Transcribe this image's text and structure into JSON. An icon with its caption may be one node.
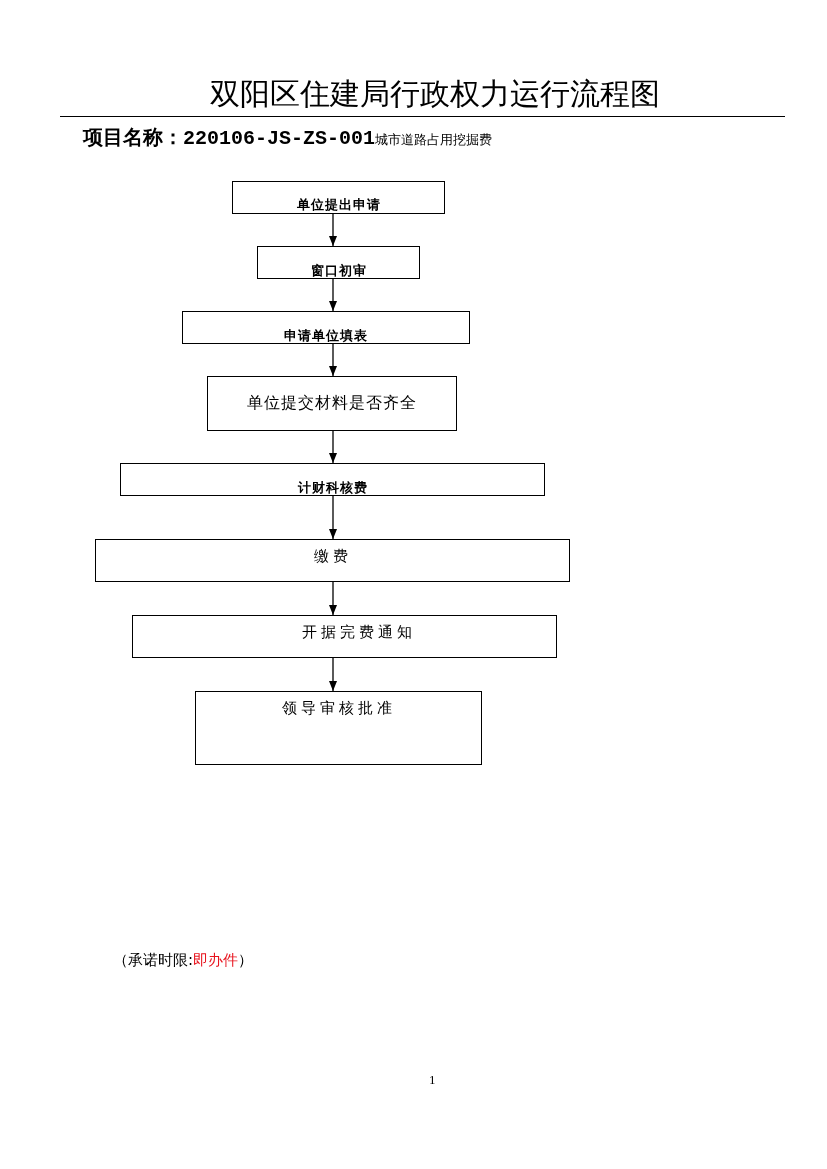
{
  "diagram": {
    "title": "双阳区住建局行政权力运行流程图",
    "nodes": [
      {
        "text": [
          "单位提出申请"
        ]
      },
      {
        "text": [
          "窗口初审"
        ]
      },
      {
        "text": [
          "申请单位填表"
        ]
      },
      {
        "text": [
          "单位提交材料是否齐全"
        ]
      },
      {
        "text": [
          "计财科核费"
        ]
      },
      {
        "text": [
          "缴费"
        ]
      },
      {
        "text": [
          "开据完费通知"
        ]
      },
      {
        "text": [
          "领导审核批准"
        ]
      }
    ],
    "edges": [
      {
        "from": 0,
        "to": 1,
        "arrow": "to"
      },
      {
        "from": 1,
        "to": 2,
        "arrow": "to"
      },
      {
        "from": 2,
        "to": 3,
        "arrow": "to"
      },
      {
        "from": 3,
        "to": 4,
        "arrow": "to"
      },
      {
        "from": 4,
        "to": 5,
        "arrow": "to"
      },
      {
        "from": 5,
        "to": 6,
        "arrow": "to"
      },
      {
        "from": 6,
        "to": 7,
        "arrow": "to"
      }
    ],
    "labels": [
      "**项目名称：220106-JS-ZS-001**城市道路占用挖掘费",
      "（承诺时限:",
      "即办件",
      "）",
      "1"
    ]
  }
}
